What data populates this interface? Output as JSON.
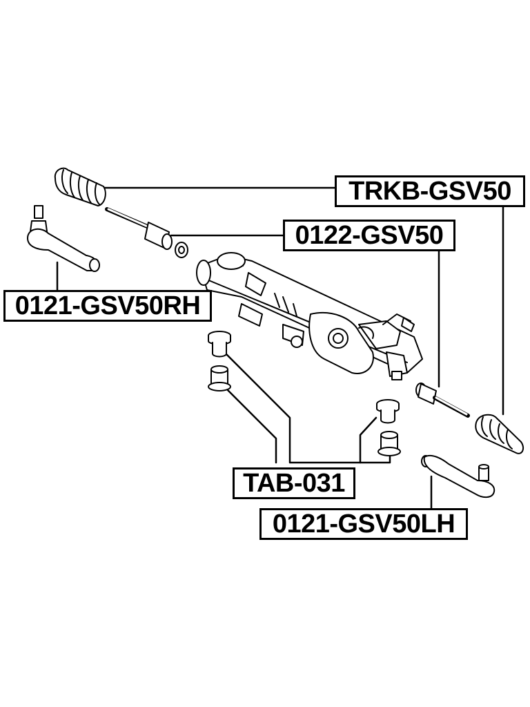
{
  "parts": [
    {
      "id": "trkb",
      "part_number": "TRKB-GSV50"
    },
    {
      "id": "rack-end",
      "part_number": "0122-GSV50"
    },
    {
      "id": "tie-rod-end-rh",
      "part_number": "0121-GSV50RH"
    },
    {
      "id": "rack-bushing",
      "part_number": "TAB-031"
    },
    {
      "id": "tie-rod-end-lh",
      "part_number": "0121-GSV50LH"
    }
  ],
  "colors": {
    "line": "#000000",
    "background": "#ffffff"
  }
}
